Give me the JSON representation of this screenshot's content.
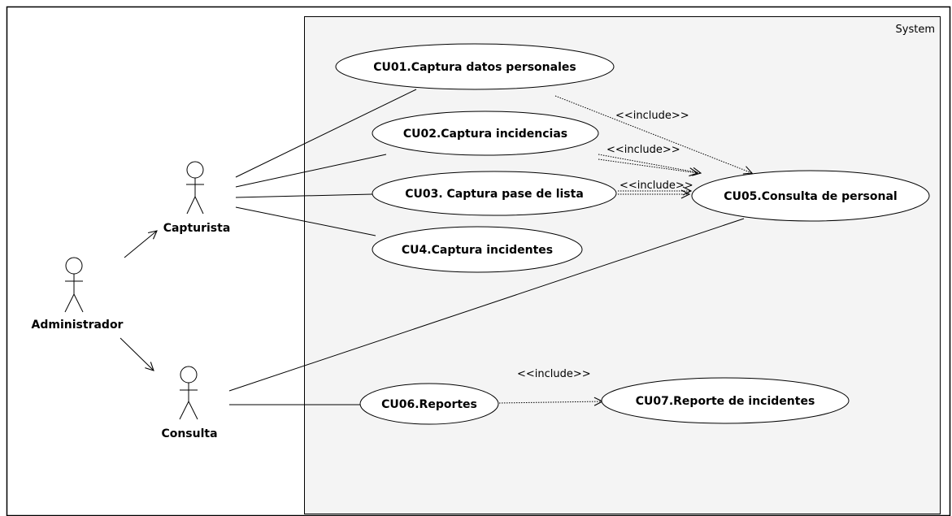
{
  "diagram": {
    "system_label": "System",
    "colors": {
      "line": "#000000",
      "system_fill": "#f4f4f4",
      "usecase_fill": "#ffffff",
      "background": "#ffffff"
    },
    "actors": [
      {
        "id": "capturista",
        "label": "Capturista"
      },
      {
        "id": "administrador",
        "label": "Administrador"
      },
      {
        "id": "consulta",
        "label": "Consulta"
      }
    ],
    "use_cases": [
      {
        "id": "cu01",
        "label": "CU01.Captura datos personales"
      },
      {
        "id": "cu02",
        "label": "CU02.Captura incidencias"
      },
      {
        "id": "cu03",
        "label": "CU03. Captura pase de lista"
      },
      {
        "id": "cu04",
        "label": "CU4.Captura incidentes"
      },
      {
        "id": "cu05",
        "label": "CU05.Consulta de personal"
      },
      {
        "id": "cu06",
        "label": "CU06.Reportes"
      },
      {
        "id": "cu07",
        "label": "CU07.Reporte de incidentes"
      }
    ],
    "associations": [
      {
        "from": "capturista",
        "to": "cu01"
      },
      {
        "from": "capturista",
        "to": "cu02"
      },
      {
        "from": "capturista",
        "to": "cu03"
      },
      {
        "from": "capturista",
        "to": "cu04"
      },
      {
        "from": "consulta",
        "to": "cu05"
      },
      {
        "from": "consulta",
        "to": "cu06"
      }
    ],
    "generalizations": [
      {
        "from": "administrador",
        "to": "capturista"
      },
      {
        "from": "administrador",
        "to": "consulta"
      }
    ],
    "includes": [
      {
        "from": "cu01",
        "to": "cu05",
        "label": "<<include>>"
      },
      {
        "from": "cu02",
        "to": "cu05",
        "label": "<<include>>"
      },
      {
        "from": "cu03",
        "to": "cu05",
        "label": "<<include>>"
      },
      {
        "from": "cu06",
        "to": "cu07",
        "label": "<<include>>"
      }
    ]
  }
}
